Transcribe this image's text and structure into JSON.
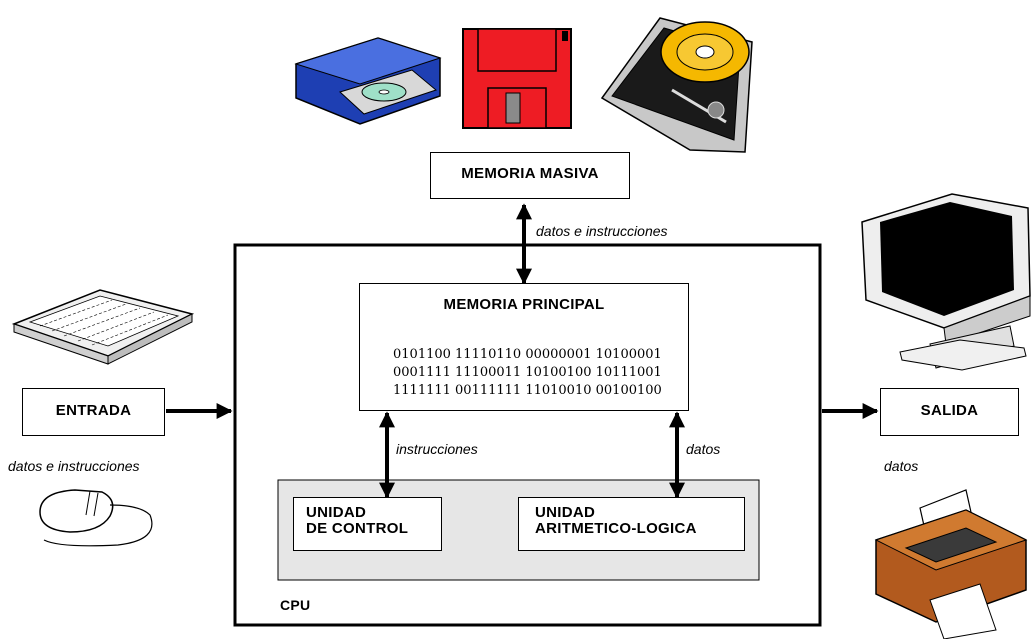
{
  "mass_memory": {
    "label": "MEMORIA MASIVA",
    "link_label": "datos e instrucciones"
  },
  "cpu": {
    "label": "CPU"
  },
  "main_memory": {
    "label": "MEMORIA PRINCIPAL",
    "binary_lines": [
      "0101100 11110110 00000001 10100001",
      "0001111 11100011 10100100 10111001",
      "1111111 00111111 11010010 00100100"
    ],
    "control_link_label": "instrucciones",
    "alu_link_label": "datos"
  },
  "control_unit": {
    "line1": "UNIDAD",
    "line2": "DE CONTROL"
  },
  "alu": {
    "line1": "UNIDAD",
    "line2": "ARITMETICO-LOGICA"
  },
  "input": {
    "label": "ENTRADA",
    "caption": "datos e instrucciones"
  },
  "output": {
    "label": "SALIDA",
    "caption": "datos"
  },
  "icons": [
    "cd-drive-icon",
    "floppy-disk-icon",
    "hard-disk-icon",
    "keyboard-icon",
    "mouse-icon",
    "monitor-icon",
    "printer-icon"
  ]
}
